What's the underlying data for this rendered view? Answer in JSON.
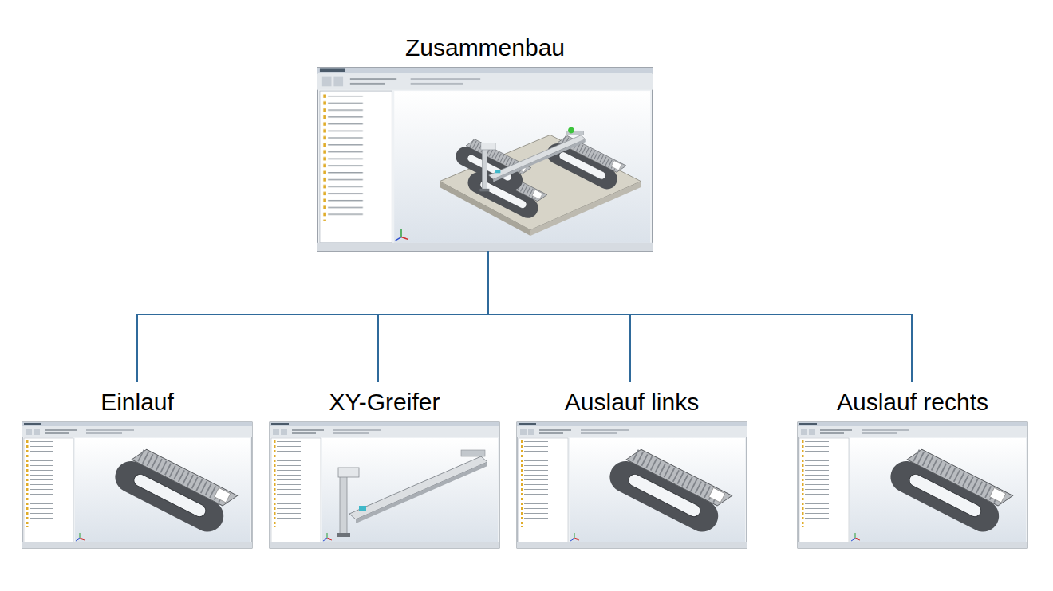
{
  "diagram": {
    "nodes": [
      {
        "text": [
          "Zusammenbau"
        ]
      },
      {
        "text": [
          "Einlauf"
        ]
      },
      {
        "text": [
          "XY-Greifer"
        ]
      },
      {
        "text": [
          "Auslauf links"
        ]
      },
      {
        "text": [
          "Auslauf rechts"
        ]
      }
    ],
    "edges": [
      {
        "from": 0,
        "to": 1,
        "arrow": "none"
      },
      {
        "from": 0,
        "to": 2,
        "arrow": "none"
      },
      {
        "from": 0,
        "to": 3,
        "arrow": "none"
      },
      {
        "from": 0,
        "to": 4,
        "arrow": "none"
      }
    ]
  }
}
